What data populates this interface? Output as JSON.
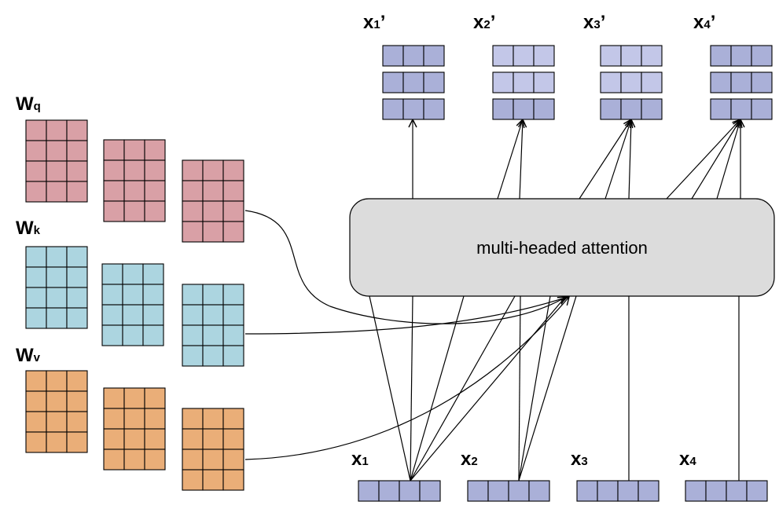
{
  "attention_block": {
    "label": "multi-headed attention"
  },
  "weights": [
    {
      "main": "W",
      "sub": "q",
      "fill": "#d9a0a6"
    },
    {
      "main": "W",
      "sub": "k",
      "fill": "#acd5e0"
    },
    {
      "main": "W",
      "sub": "v",
      "fill": "#eaae78"
    }
  ],
  "inputs": [
    {
      "main": "x",
      "sub": "1"
    },
    {
      "main": "x",
      "sub": "2"
    },
    {
      "main": "x",
      "sub": "3"
    },
    {
      "main": "x",
      "sub": "4"
    }
  ],
  "outputs": [
    {
      "main": "x",
      "sub": "1",
      "prime": "’"
    },
    {
      "main": "x",
      "sub": "2",
      "prime": "’"
    },
    {
      "main": "x",
      "sub": "3",
      "prime": "’"
    },
    {
      "main": "x",
      "sub": "4",
      "prime": "’"
    }
  ],
  "colors": {
    "vector_fill": "#aab0d8",
    "vector_faded_fill": "#c3c7e8",
    "attention_fill": "#dcdcdc",
    "stroke": "#000000"
  }
}
